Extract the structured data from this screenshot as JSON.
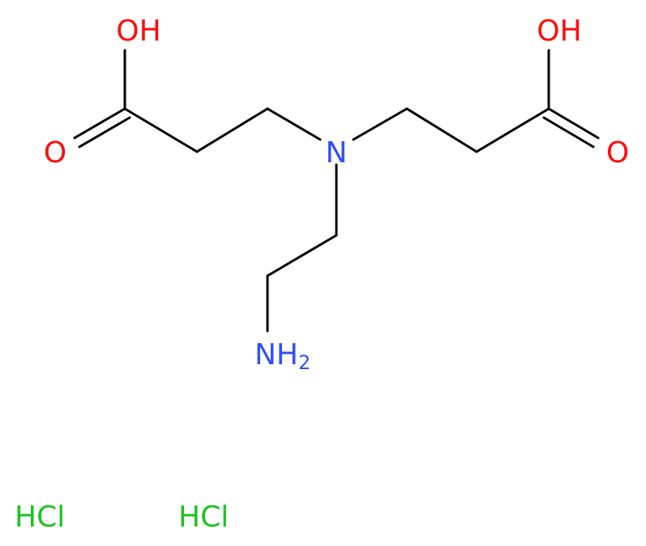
{
  "molecule": {
    "atoms": {
      "oh_left": {
        "label": "OH"
      },
      "o_left": {
        "label": "O"
      },
      "n_center": {
        "label": "N"
      },
      "oh_right": {
        "label": "OH"
      },
      "o_right": {
        "label": "O"
      },
      "amine": {
        "label": "NH",
        "subscript": "2"
      }
    },
    "salts": [
      {
        "label": "HCl"
      },
      {
        "label": "HCl"
      }
    ]
  },
  "colors": {
    "bond": "#000000",
    "oxygen": "#ff0d0d",
    "nitrogen": "#3050f8",
    "chlorine": "#1fc21f"
  }
}
